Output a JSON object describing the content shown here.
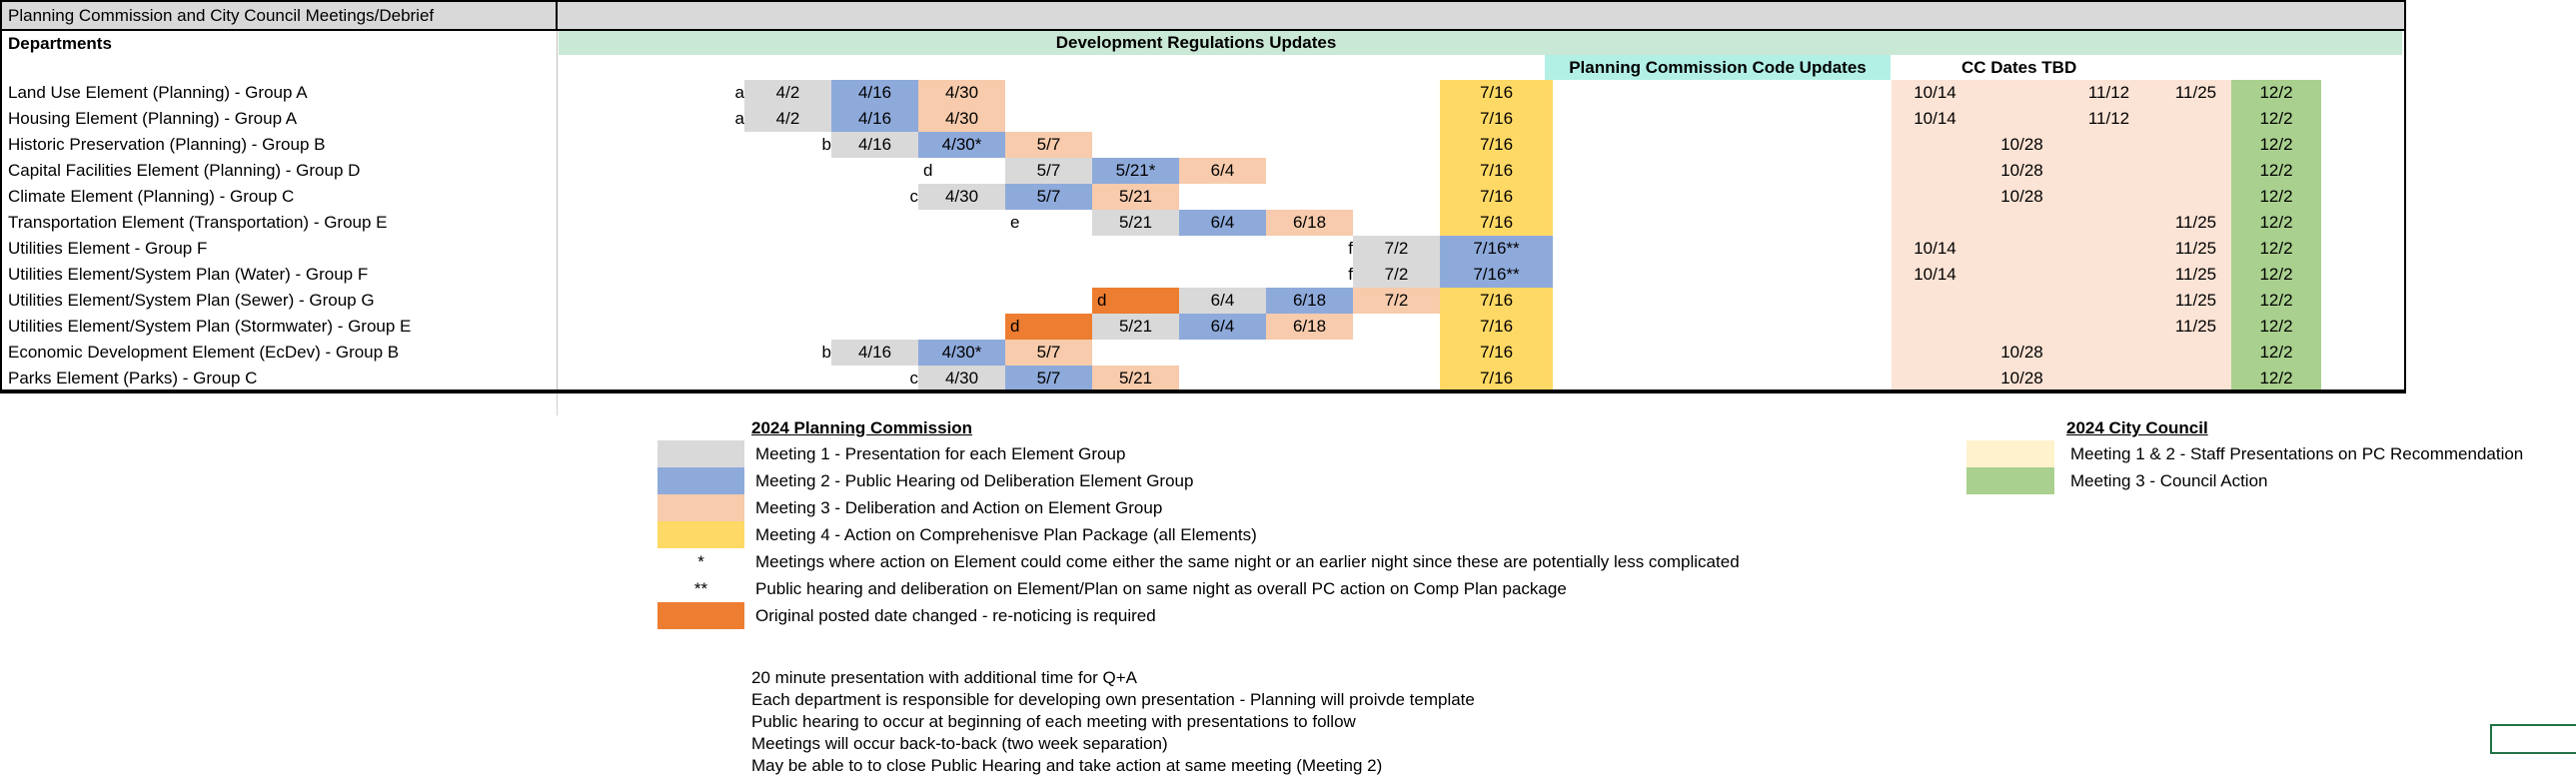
{
  "title": "Planning Commission and City Council Meetings/Debrief",
  "headers": {
    "departments": "Departments",
    "dev_regs": "Development Regulations Updates",
    "pc_code": "Planning Commission Code Updates",
    "cc_dates": "CC Dates TBD"
  },
  "palette": {
    "title_gray": "#d9d9d9",
    "header_green": "#c9e8d5",
    "header_teal": "#b2f0e6",
    "m1": "#d9d9d9",
    "m2": "#8eaadb",
    "m3": "#f7cbac",
    "m4": "#ffd965",
    "changed": "#ed7d31",
    "cc_bg": "#fbe3d5",
    "cc_action_green": "#a9d08e",
    "cc_cream": "#fff2cc",
    "corner_box_border": "#217346",
    "border_black": "#000000",
    "gridline_gray": "#bfbfbf"
  },
  "schedule": {
    "pc_columns": [
      "4/2",
      "4/16",
      "4/30",
      "5/7",
      "5/21",
      "6/4",
      "6/18",
      "7/2",
      "7/16"
    ],
    "cc_columns": [
      "10/14",
      "10/28",
      "11/12",
      "11/25",
      "12/2"
    ],
    "rows": [
      {
        "dept": "Land Use Element (Planning) - Group A",
        "cells": [
          {
            "c": 0,
            "color": "none",
            "t": "a",
            "align": "right"
          },
          {
            "c": 1,
            "color": "m1",
            "t": "4/2"
          },
          {
            "c": 2,
            "color": "m2",
            "t": "4/16"
          },
          {
            "c": 3,
            "color": "m3",
            "t": "4/30"
          },
          {
            "c": 9,
            "color": "m4",
            "t": "7/16"
          }
        ],
        "cc": [
          {
            "c": 0,
            "t": "10/14"
          },
          {
            "c": 2,
            "t": "11/12"
          },
          {
            "c": 3,
            "t": "11/25"
          }
        ],
        "council_action": "12/2"
      },
      {
        "dept": "Housing Element (Planning) - Group A",
        "cells": [
          {
            "c": 0,
            "color": "none",
            "t": "a",
            "align": "right"
          },
          {
            "c": 1,
            "color": "m1",
            "t": "4/2"
          },
          {
            "c": 2,
            "color": "m2",
            "t": "4/16"
          },
          {
            "c": 3,
            "color": "m3",
            "t": "4/30"
          },
          {
            "c": 9,
            "color": "m4",
            "t": "7/16"
          }
        ],
        "cc": [
          {
            "c": 0,
            "t": "10/14"
          },
          {
            "c": 2,
            "t": "11/12"
          }
        ],
        "council_action": "12/2"
      },
      {
        "dept": "Historic Preservation (Planning) - Group B",
        "cells": [
          {
            "c": 1,
            "color": "none",
            "t": "b",
            "align": "right"
          },
          {
            "c": 2,
            "color": "m1",
            "t": "4/16"
          },
          {
            "c": 3,
            "color": "m2",
            "t": "4/30*"
          },
          {
            "c": 4,
            "color": "m3",
            "t": "5/7"
          },
          {
            "c": 9,
            "color": "m4",
            "t": "7/16"
          }
        ],
        "cc": [
          {
            "c": 1,
            "t": "10/28"
          }
        ],
        "council_action": "12/2"
      },
      {
        "dept": "Capital Facilities Element (Planning) - Group D",
        "cells": [
          {
            "c": 3,
            "color": "none",
            "t": "d",
            "align": "left"
          },
          {
            "c": 4,
            "color": "m1",
            "t": "5/7"
          },
          {
            "c": 5,
            "color": "m2",
            "t": "5/21*"
          },
          {
            "c": 6,
            "color": "m3",
            "t": "6/4"
          },
          {
            "c": 9,
            "color": "m4",
            "t": "7/16"
          }
        ],
        "cc": [
          {
            "c": 1,
            "t": "10/28"
          }
        ],
        "council_action": "12/2"
      },
      {
        "dept": "Climate Element (Planning) - Group C",
        "cells": [
          {
            "c": 2,
            "color": "none",
            "t": "c",
            "align": "right"
          },
          {
            "c": 3,
            "color": "m1",
            "t": "4/30"
          },
          {
            "c": 4,
            "color": "m2",
            "t": "5/7"
          },
          {
            "c": 5,
            "color": "m3",
            "t": "5/21"
          },
          {
            "c": 9,
            "color": "m4",
            "t": "7/16"
          }
        ],
        "cc": [
          {
            "c": 1,
            "t": "10/28"
          }
        ],
        "council_action": "12/2"
      },
      {
        "dept": "Transportation Element (Transportation) - Group E",
        "cells": [
          {
            "c": 4,
            "color": "none",
            "t": "e",
            "align": "left"
          },
          {
            "c": 5,
            "color": "m1",
            "t": "5/21"
          },
          {
            "c": 6,
            "color": "m2",
            "t": "6/4"
          },
          {
            "c": 7,
            "color": "m3",
            "t": "6/18"
          },
          {
            "c": 9,
            "color": "m4",
            "t": "7/16"
          }
        ],
        "cc": [
          {
            "c": 3,
            "t": "11/25"
          }
        ],
        "council_action": "12/2"
      },
      {
        "dept": "Utilities Element - Group F",
        "cells": [
          {
            "c": 7,
            "color": "none",
            "t": "f",
            "align": "right"
          },
          {
            "c": 8,
            "color": "m1",
            "t": "7/2"
          },
          {
            "c": 9,
            "color": "m2",
            "t": "7/16**"
          }
        ],
        "cc": [
          {
            "c": 0,
            "t": "10/14"
          },
          {
            "c": 3,
            "t": "11/25"
          }
        ],
        "council_action": "12/2"
      },
      {
        "dept": "Utilities Element/System Plan (Water) - Group F",
        "cells": [
          {
            "c": 7,
            "color": "none",
            "t": "f",
            "align": "right"
          },
          {
            "c": 8,
            "color": "m1",
            "t": "7/2"
          },
          {
            "c": 9,
            "color": "m2",
            "t": "7/16**"
          }
        ],
        "cc": [
          {
            "c": 0,
            "t": "10/14"
          },
          {
            "c": 3,
            "t": "11/25"
          }
        ],
        "council_action": "12/2"
      },
      {
        "dept": "Utilities Element/System Plan (Sewer) - Group G",
        "cells": [
          {
            "c": 5,
            "color": "changed",
            "t": "d",
            "align": "left"
          },
          {
            "c": 6,
            "color": "m1",
            "t": "6/4"
          },
          {
            "c": 7,
            "color": "m2",
            "t": "6/18"
          },
          {
            "c": 8,
            "color": "m3",
            "t": "7/2"
          },
          {
            "c": 9,
            "color": "m4",
            "t": "7/16"
          }
        ],
        "cc": [
          {
            "c": 3,
            "t": "11/25"
          }
        ],
        "council_action": "12/2"
      },
      {
        "dept": "Utilities Element/System Plan (Stormwater) - Group E",
        "cells": [
          {
            "c": 4,
            "color": "changed",
            "t": "d",
            "align": "left"
          },
          {
            "c": 5,
            "color": "m1",
            "t": "5/21"
          },
          {
            "c": 6,
            "color": "m2",
            "t": "6/4"
          },
          {
            "c": 7,
            "color": "m3",
            "t": "6/18"
          },
          {
            "c": 9,
            "color": "m4",
            "t": "7/16"
          }
        ],
        "cc": [
          {
            "c": 3,
            "t": "11/25"
          }
        ],
        "council_action": "12/2"
      },
      {
        "dept": "Economic Development Element (EcDev) - Group B",
        "cells": [
          {
            "c": 1,
            "color": "none",
            "t": "b",
            "align": "right"
          },
          {
            "c": 2,
            "color": "m1",
            "t": "4/16"
          },
          {
            "c": 3,
            "color": "m2",
            "t": "4/30*"
          },
          {
            "c": 4,
            "color": "m3",
            "t": "5/7"
          },
          {
            "c": 9,
            "color": "m4",
            "t": "7/16"
          }
        ],
        "cc": [
          {
            "c": 1,
            "t": "10/28"
          }
        ],
        "council_action": "12/2"
      },
      {
        "dept": "Parks Element (Parks) - Group C",
        "cells": [
          {
            "c": 2,
            "color": "none",
            "t": "c",
            "align": "right"
          },
          {
            "c": 3,
            "color": "m1",
            "t": "4/30"
          },
          {
            "c": 4,
            "color": "m2",
            "t": "5/7"
          },
          {
            "c": 5,
            "color": "m3",
            "t": "5/21"
          },
          {
            "c": 9,
            "color": "m4",
            "t": "7/16"
          }
        ],
        "cc": [
          {
            "c": 1,
            "t": "10/28"
          }
        ],
        "council_action": "12/2"
      }
    ]
  },
  "pc_legend": {
    "title": "2024 Planning Commission",
    "items": [
      {
        "swatch": "m1",
        "symbol": "",
        "label": "Meeting 1 - Presentation for each Element Group"
      },
      {
        "swatch": "m2",
        "symbol": "",
        "label": "Meeting 2 - Public Hearing od Deliberation Element Group"
      },
      {
        "swatch": "m3",
        "symbol": "",
        "label": "Meeting 3 - Deliberation and Action on Element Group"
      },
      {
        "swatch": "m4",
        "symbol": "",
        "label": "Meeting 4 - Action on Comprehenisve Plan Package (all Elements)"
      },
      {
        "swatch": "none",
        "symbol": "*",
        "label": "Meetings where action on Element could come either the same night or an earlier night since these are potentially less complicated"
      },
      {
        "swatch": "none",
        "symbol": "**",
        "label": "Public hearing and deliberation on Element/Plan on same night as overall PC action on Comp Plan package"
      },
      {
        "swatch": "changed",
        "symbol": "",
        "label": "Original posted date changed - re-noticing is required"
      }
    ]
  },
  "cc_legend": {
    "title": "2024 City Council",
    "items": [
      {
        "swatch": "cc_cream",
        "label": "Meeting 1 & 2 - Staff Presentations on PC Recommendation"
      },
      {
        "swatch": "cc_action_green",
        "label": "Meeting 3 - Council Action"
      }
    ]
  },
  "notes": [
    "20 minute presentation with additional time for Q+A",
    "Each department is responsible for developing own presentation - Planning will proivde template",
    "Public hearing to occur at beginning of each meeting with presentations to follow",
    "Meetings will occur back-to-back (two week separation)",
    "May be able to to close Public Hearing and take action at same meeting (Meeting 2)"
  ]
}
